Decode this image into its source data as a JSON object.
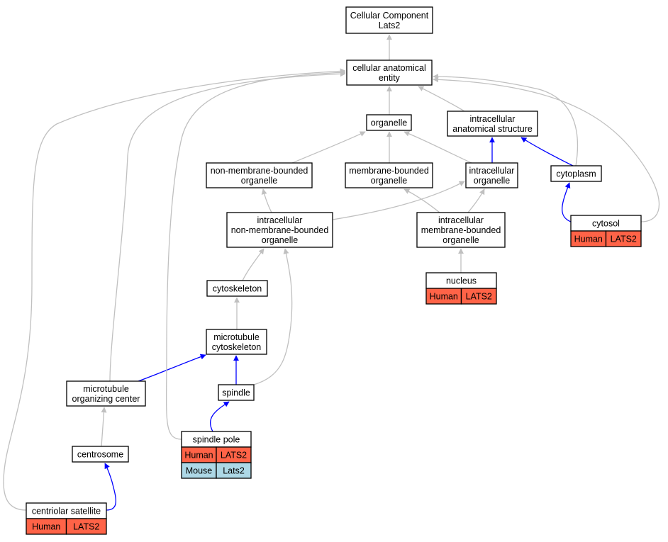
{
  "colors": {
    "is_a_edge": "#c0c0c0",
    "part_of_edge": "#0000ff",
    "human_cell": "#ff6347",
    "mouse_cell": "#add8e6",
    "node_border": "#000000",
    "node_fill": "#ffffff"
  },
  "nodes": {
    "root": {
      "lines": [
        "Cellular Component",
        "Lats2"
      ]
    },
    "cae": {
      "lines": [
        "cellular anatomical",
        "entity"
      ]
    },
    "organelle": {
      "lines": [
        "organelle"
      ]
    },
    "ias": {
      "lines": [
        "intracellular",
        "anatomical structure"
      ]
    },
    "nmbo": {
      "lines": [
        "non-membrane-bounded",
        "organelle"
      ]
    },
    "mbo": {
      "lines": [
        "membrane-bounded",
        "organelle"
      ]
    },
    "io": {
      "lines": [
        "intracellular",
        "organelle"
      ]
    },
    "cytoplasm": {
      "lines": [
        "cytoplasm"
      ]
    },
    "inmbo": {
      "lines": [
        "intracellular",
        "non-membrane-bounded",
        "organelle"
      ]
    },
    "imbo": {
      "lines": [
        "intracellular",
        "membrane-bounded",
        "organelle"
      ]
    },
    "cytosol": {
      "lines": [
        "cytosol"
      ],
      "annotations": [
        [
          "Human",
          "LATS2"
        ]
      ]
    },
    "nucleus": {
      "lines": [
        "nucleus"
      ],
      "annotations": [
        [
          "Human",
          "LATS2"
        ]
      ]
    },
    "cytoskeleton": {
      "lines": [
        "cytoskeleton"
      ]
    },
    "mtcyto": {
      "lines": [
        "microtubule",
        "cytoskeleton"
      ]
    },
    "mtoc": {
      "lines": [
        "microtubule",
        "organizing center"
      ]
    },
    "spindle": {
      "lines": [
        "spindle"
      ]
    },
    "spindlepole": {
      "lines": [
        "spindle pole"
      ],
      "annotations": [
        [
          "Human",
          "LATS2"
        ],
        [
          "Mouse",
          "Lats2"
        ]
      ]
    },
    "centrosome": {
      "lines": [
        "centrosome"
      ]
    },
    "centsat": {
      "lines": [
        "centriolar satellite"
      ],
      "annotations": [
        [
          "Human",
          "LATS2"
        ]
      ]
    }
  },
  "edges": [
    {
      "from": "cae",
      "to": "root",
      "kind": "is_a"
    },
    {
      "from": "organelle",
      "to": "cae",
      "kind": "is_a"
    },
    {
      "from": "ias",
      "to": "cae",
      "kind": "is_a"
    },
    {
      "from": "nmbo",
      "to": "organelle",
      "kind": "is_a"
    },
    {
      "from": "mbo",
      "to": "organelle",
      "kind": "is_a"
    },
    {
      "from": "io",
      "to": "organelle",
      "kind": "is_a"
    },
    {
      "from": "io",
      "to": "ias",
      "kind": "part_of"
    },
    {
      "from": "cytoplasm",
      "to": "ias",
      "kind": "part_of"
    },
    {
      "from": "cytoplasm",
      "to": "cae",
      "kind": "is_a"
    },
    {
      "from": "inmbo",
      "to": "nmbo",
      "kind": "is_a"
    },
    {
      "from": "inmbo",
      "to": "io",
      "kind": "is_a"
    },
    {
      "from": "imbo",
      "to": "mbo",
      "kind": "is_a"
    },
    {
      "from": "imbo",
      "to": "io",
      "kind": "is_a"
    },
    {
      "from": "cytosol",
      "to": "cytoplasm",
      "kind": "part_of"
    },
    {
      "from": "cytosol",
      "to": "cae",
      "kind": "is_a"
    },
    {
      "from": "nucleus",
      "to": "imbo",
      "kind": "is_a"
    },
    {
      "from": "cytoskeleton",
      "to": "inmbo",
      "kind": "is_a"
    },
    {
      "from": "mtcyto",
      "to": "cytoskeleton",
      "kind": "is_a"
    },
    {
      "from": "mtoc",
      "to": "mtcyto",
      "kind": "part_of"
    },
    {
      "from": "mtoc",
      "to": "cae",
      "kind": "is_a"
    },
    {
      "from": "spindle",
      "to": "mtcyto",
      "kind": "part_of"
    },
    {
      "from": "spindle",
      "to": "inmbo",
      "kind": "is_a"
    },
    {
      "from": "spindlepole",
      "to": "spindle",
      "kind": "part_of"
    },
    {
      "from": "spindlepole",
      "to": "cae",
      "kind": "is_a"
    },
    {
      "from": "centrosome",
      "to": "mtoc",
      "kind": "is_a"
    },
    {
      "from": "centsat",
      "to": "centrosome",
      "kind": "part_of"
    },
    {
      "from": "centsat",
      "to": "cae",
      "kind": "is_a"
    }
  ]
}
